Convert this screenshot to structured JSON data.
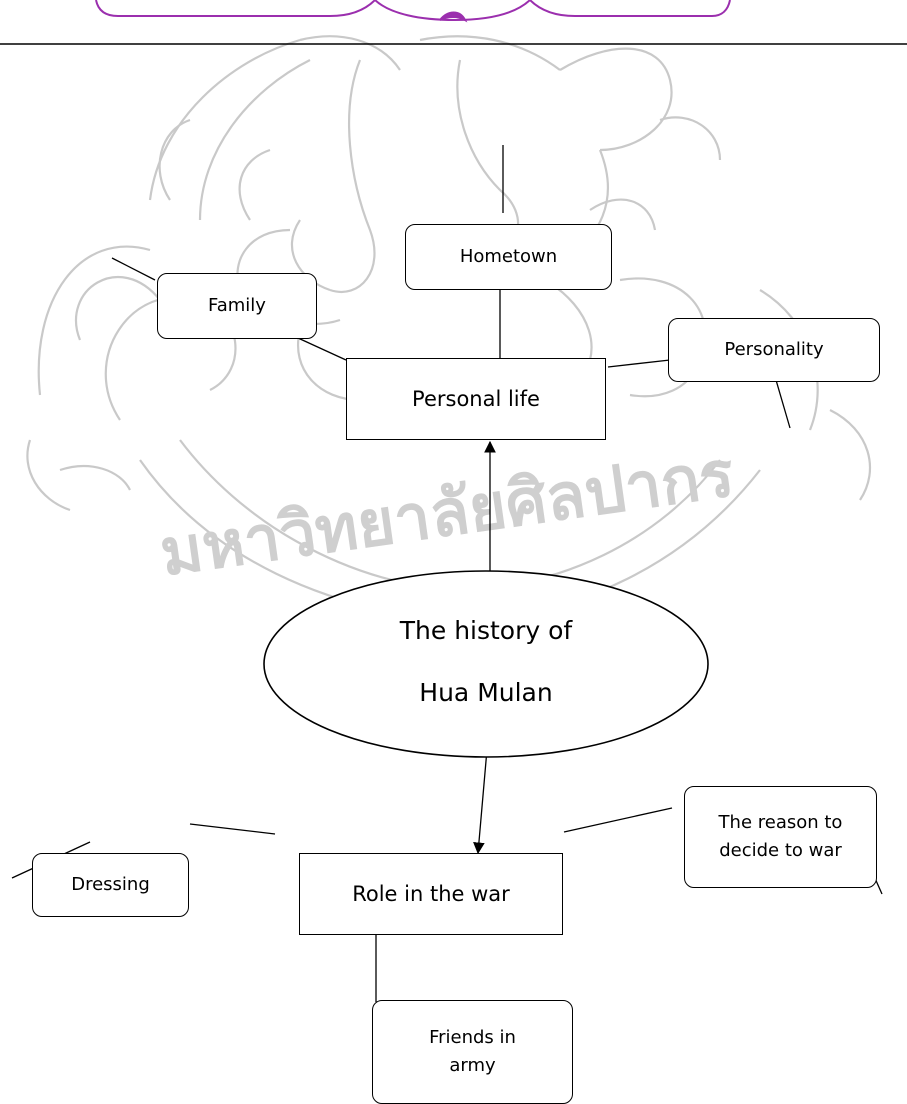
{
  "colors": {
    "ink": "#000000",
    "watermark": "#c7c7c7",
    "ornament": "#9b2fae"
  },
  "watermark": {
    "seal": "emblem-seal",
    "script": "มหาวิทยาลัยศิลปากร"
  },
  "center": {
    "line1": "The history  of",
    "line2": "Hua  Mulan"
  },
  "personal": {
    "label": "Personal life",
    "family": "Family",
    "hometown": "Hometown",
    "personality": "Personality"
  },
  "war": {
    "label": "Role in the war",
    "dressing": "Dressing",
    "reason_line1": "The reason to",
    "reason_line2": "decide to war",
    "friends_line1": "Friends in",
    "friends_line2": "army"
  }
}
